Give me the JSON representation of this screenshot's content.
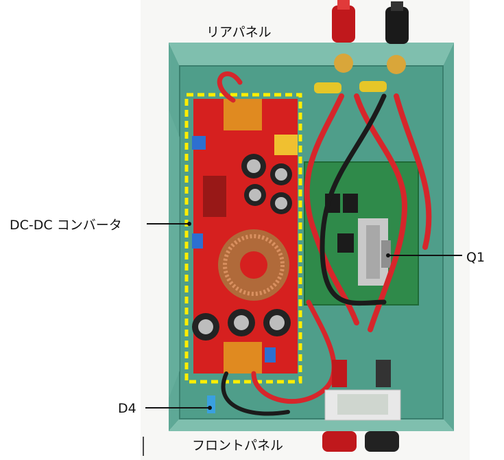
{
  "labels": {
    "rear_panel": "リアパネル",
    "front_panel": "フロントパネル",
    "dcdc": "DC-DC コンバータ",
    "q1": "Q1",
    "d4": "D4"
  },
  "colors": {
    "enclosure": "#4f9e8a",
    "pcb_red": "#d6201f",
    "proto_board": "#2f8a4a",
    "highlight": "#ffee00"
  }
}
